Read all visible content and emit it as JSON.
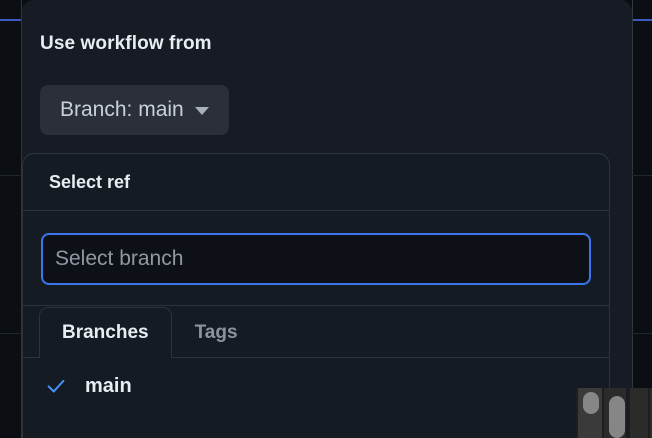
{
  "dialog": {
    "title": "Use workflow from",
    "branch_button": {
      "label": "Branch: main",
      "caret_icon": "chevron-down-icon"
    }
  },
  "ref_panel": {
    "header_title": "Select ref",
    "search": {
      "value": "",
      "placeholder": "Select branch"
    },
    "tabs": [
      {
        "label": "Branches",
        "selected": true
      },
      {
        "label": "Tags",
        "selected": false
      }
    ],
    "refs": [
      {
        "label": "main",
        "selected": true,
        "icon": "check-icon"
      }
    ]
  },
  "colors": {
    "accent_blue": "#3b76ef",
    "check_blue": "#4493f8",
    "panel_bg": "#151b23",
    "dialog_bg": "#171c24",
    "input_bg": "#0d1117",
    "button_bg": "#2a2f38",
    "border": "#2c333c",
    "text_primary": "#e6edf3",
    "text_muted": "#8b949e"
  }
}
